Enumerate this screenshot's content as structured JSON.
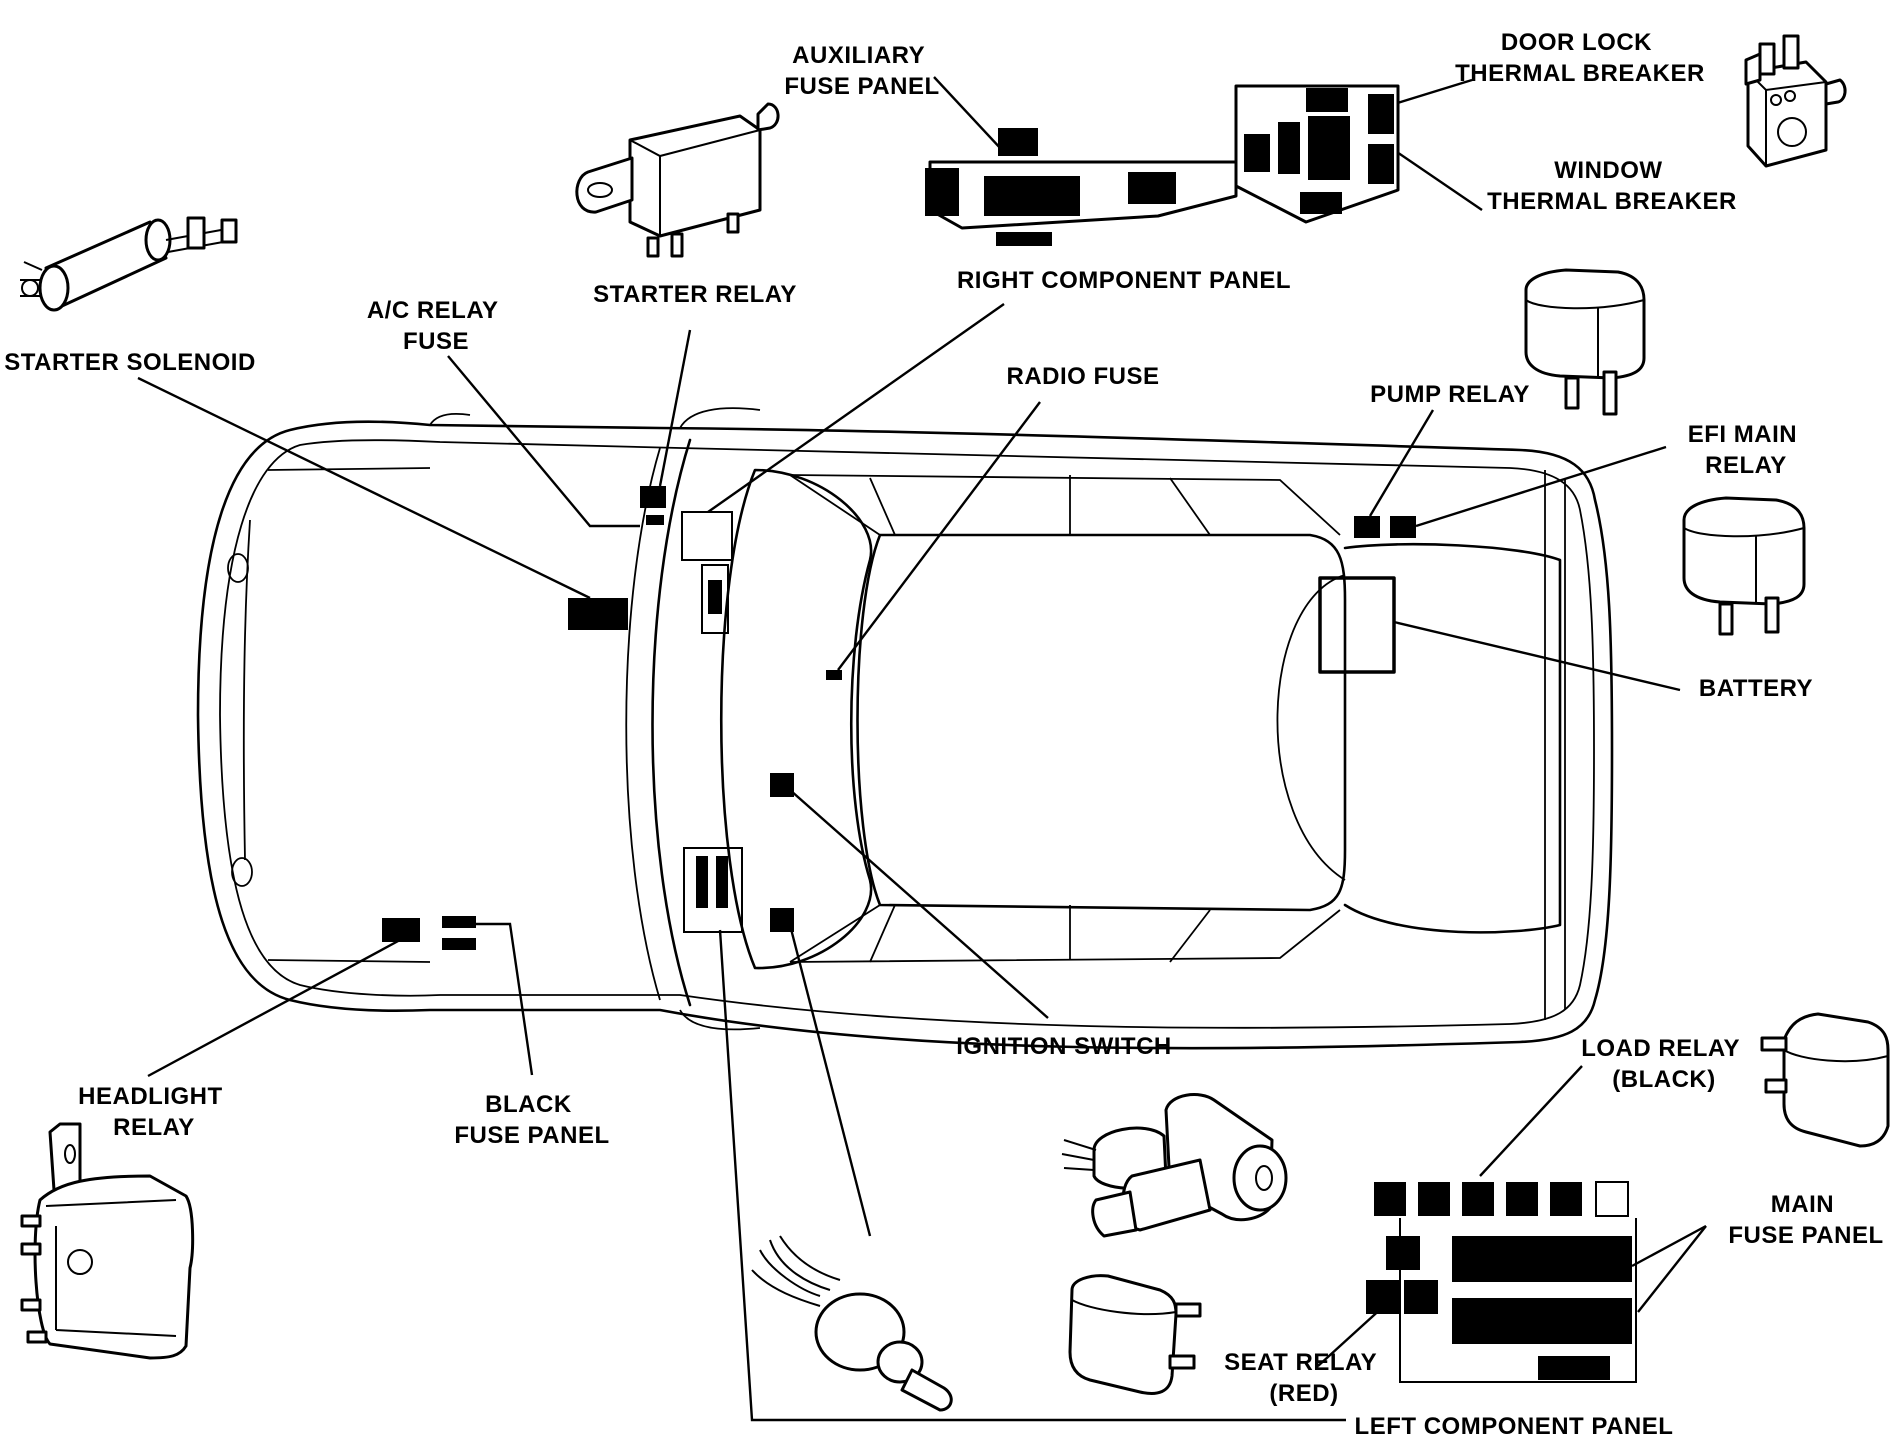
{
  "labels": {
    "auxiliary_fuse_panel": [
      "AUXILIARY",
      "FUSE PANEL"
    ],
    "door_lock_thermal_breaker": [
      "DOOR LOCK",
      "THERMAL BREAKER"
    ],
    "window_thermal_breaker": [
      "WINDOW",
      "THERMAL BREAKER"
    ],
    "starter_relay": "STARTER RELAY",
    "right_component_panel": "RIGHT COMPONENT PANEL",
    "ac_relay_fuse": [
      "A/C RELAY",
      "FUSE"
    ],
    "starter_solenoid": "STARTER SOLENOID",
    "radio_fuse": "RADIO FUSE",
    "pump_relay": "PUMP RELAY",
    "efi_main_relay": [
      "EFI MAIN",
      "RELAY"
    ],
    "battery": "BATTERY",
    "ignition_switch": "IGNITION SWITCH",
    "load_relay": [
      "LOAD RELAY",
      "(BLACK)"
    ],
    "headlight_relay": [
      "HEADLIGHT",
      "RELAY"
    ],
    "black_fuse_panel": [
      "BLACK",
      "FUSE PANEL"
    ],
    "main_fuse_panel": [
      "MAIN",
      "FUSE PANEL"
    ],
    "seat_relay": [
      "SEAT RELAY",
      "(RED)"
    ],
    "left_component_panel": "LEFT COMPONENT PANEL"
  }
}
